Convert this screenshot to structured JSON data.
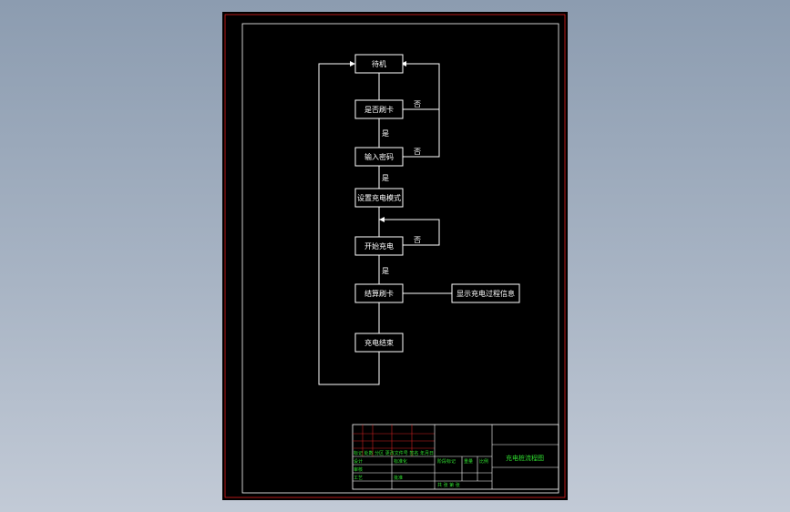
{
  "flowchart": {
    "nodes": {
      "standby": "待机",
      "card_check": "是否刷卡",
      "input_pw": "输入密码",
      "set_mode": "设置充电模式",
      "start": "开始充电",
      "settle": "结算刷卡",
      "end": "充电结束",
      "display": "显示充电过程信息"
    },
    "edge_labels": {
      "no1": "否",
      "no2": "否",
      "no3": "否",
      "yes1": "是",
      "yes2": "是",
      "yes3": "是"
    }
  },
  "title_block": {
    "drawing_title": "充电桩流程图",
    "designer": "设计",
    "checker": "审核",
    "standard": "标准化",
    "approve": "批准",
    "process": "工艺",
    "stage_mark": "阶段标记",
    "weight": "重量",
    "scale": "比例",
    "revision_row": "标记 处数 分区 更改文件号 签名 年月日",
    "sheets": "共  张  第  张"
  },
  "colors": {
    "sheet_background": "#000000",
    "line": "#ffffff",
    "border": "#e02020",
    "title_text": "#30e030"
  }
}
